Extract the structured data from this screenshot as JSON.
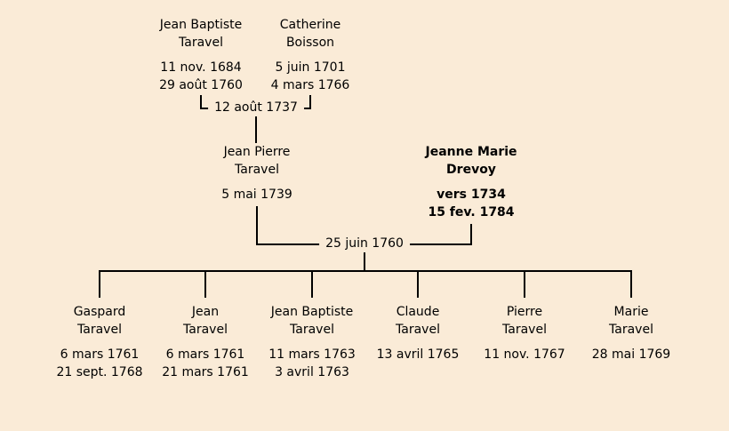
{
  "page": {
    "background_color": "#faebd7",
    "line_color": "#000000"
  },
  "generation1": {
    "husband": {
      "name1": "Jean Baptiste",
      "name2": "Taravel",
      "date1": "11 nov. 1684",
      "date2": "29 août 1760"
    },
    "wife": {
      "name1": "Catherine",
      "name2": "Boisson",
      "date1": "5 juin 1701",
      "date2": "4 mars 1766"
    },
    "marriage_date": "12 août 1737"
  },
  "generation2": {
    "husband": {
      "name1": "Jean Pierre",
      "name2": "Taravel",
      "date1": "5 mai 1739"
    },
    "wife": {
      "name1": "Jeanne Marie",
      "name2": "Drevoy",
      "date1": "vers 1734",
      "date2": "15 fev. 1784"
    },
    "marriage_date": "25 juin 1760"
  },
  "children": [
    {
      "name1": "Gaspard",
      "name2": "Taravel",
      "date1": "6 mars 1761",
      "date2": "21 sept. 1768"
    },
    {
      "name1": "Jean",
      "name2": "Taravel",
      "date1": "6 mars 1761",
      "date2": "21 mars 1761"
    },
    {
      "name1": "Jean Baptiste",
      "name2": "Taravel",
      "date1": "11 mars 1763",
      "date2": "3 avril 1763"
    },
    {
      "name1": "Claude",
      "name2": "Taravel",
      "date1": "13 avril 1765"
    },
    {
      "name1": "Pierre",
      "name2": "Taravel",
      "date1": "11 nov. 1767"
    },
    {
      "name1": "Marie",
      "name2": "Taravel",
      "date1": "28 mai 1769"
    }
  ]
}
